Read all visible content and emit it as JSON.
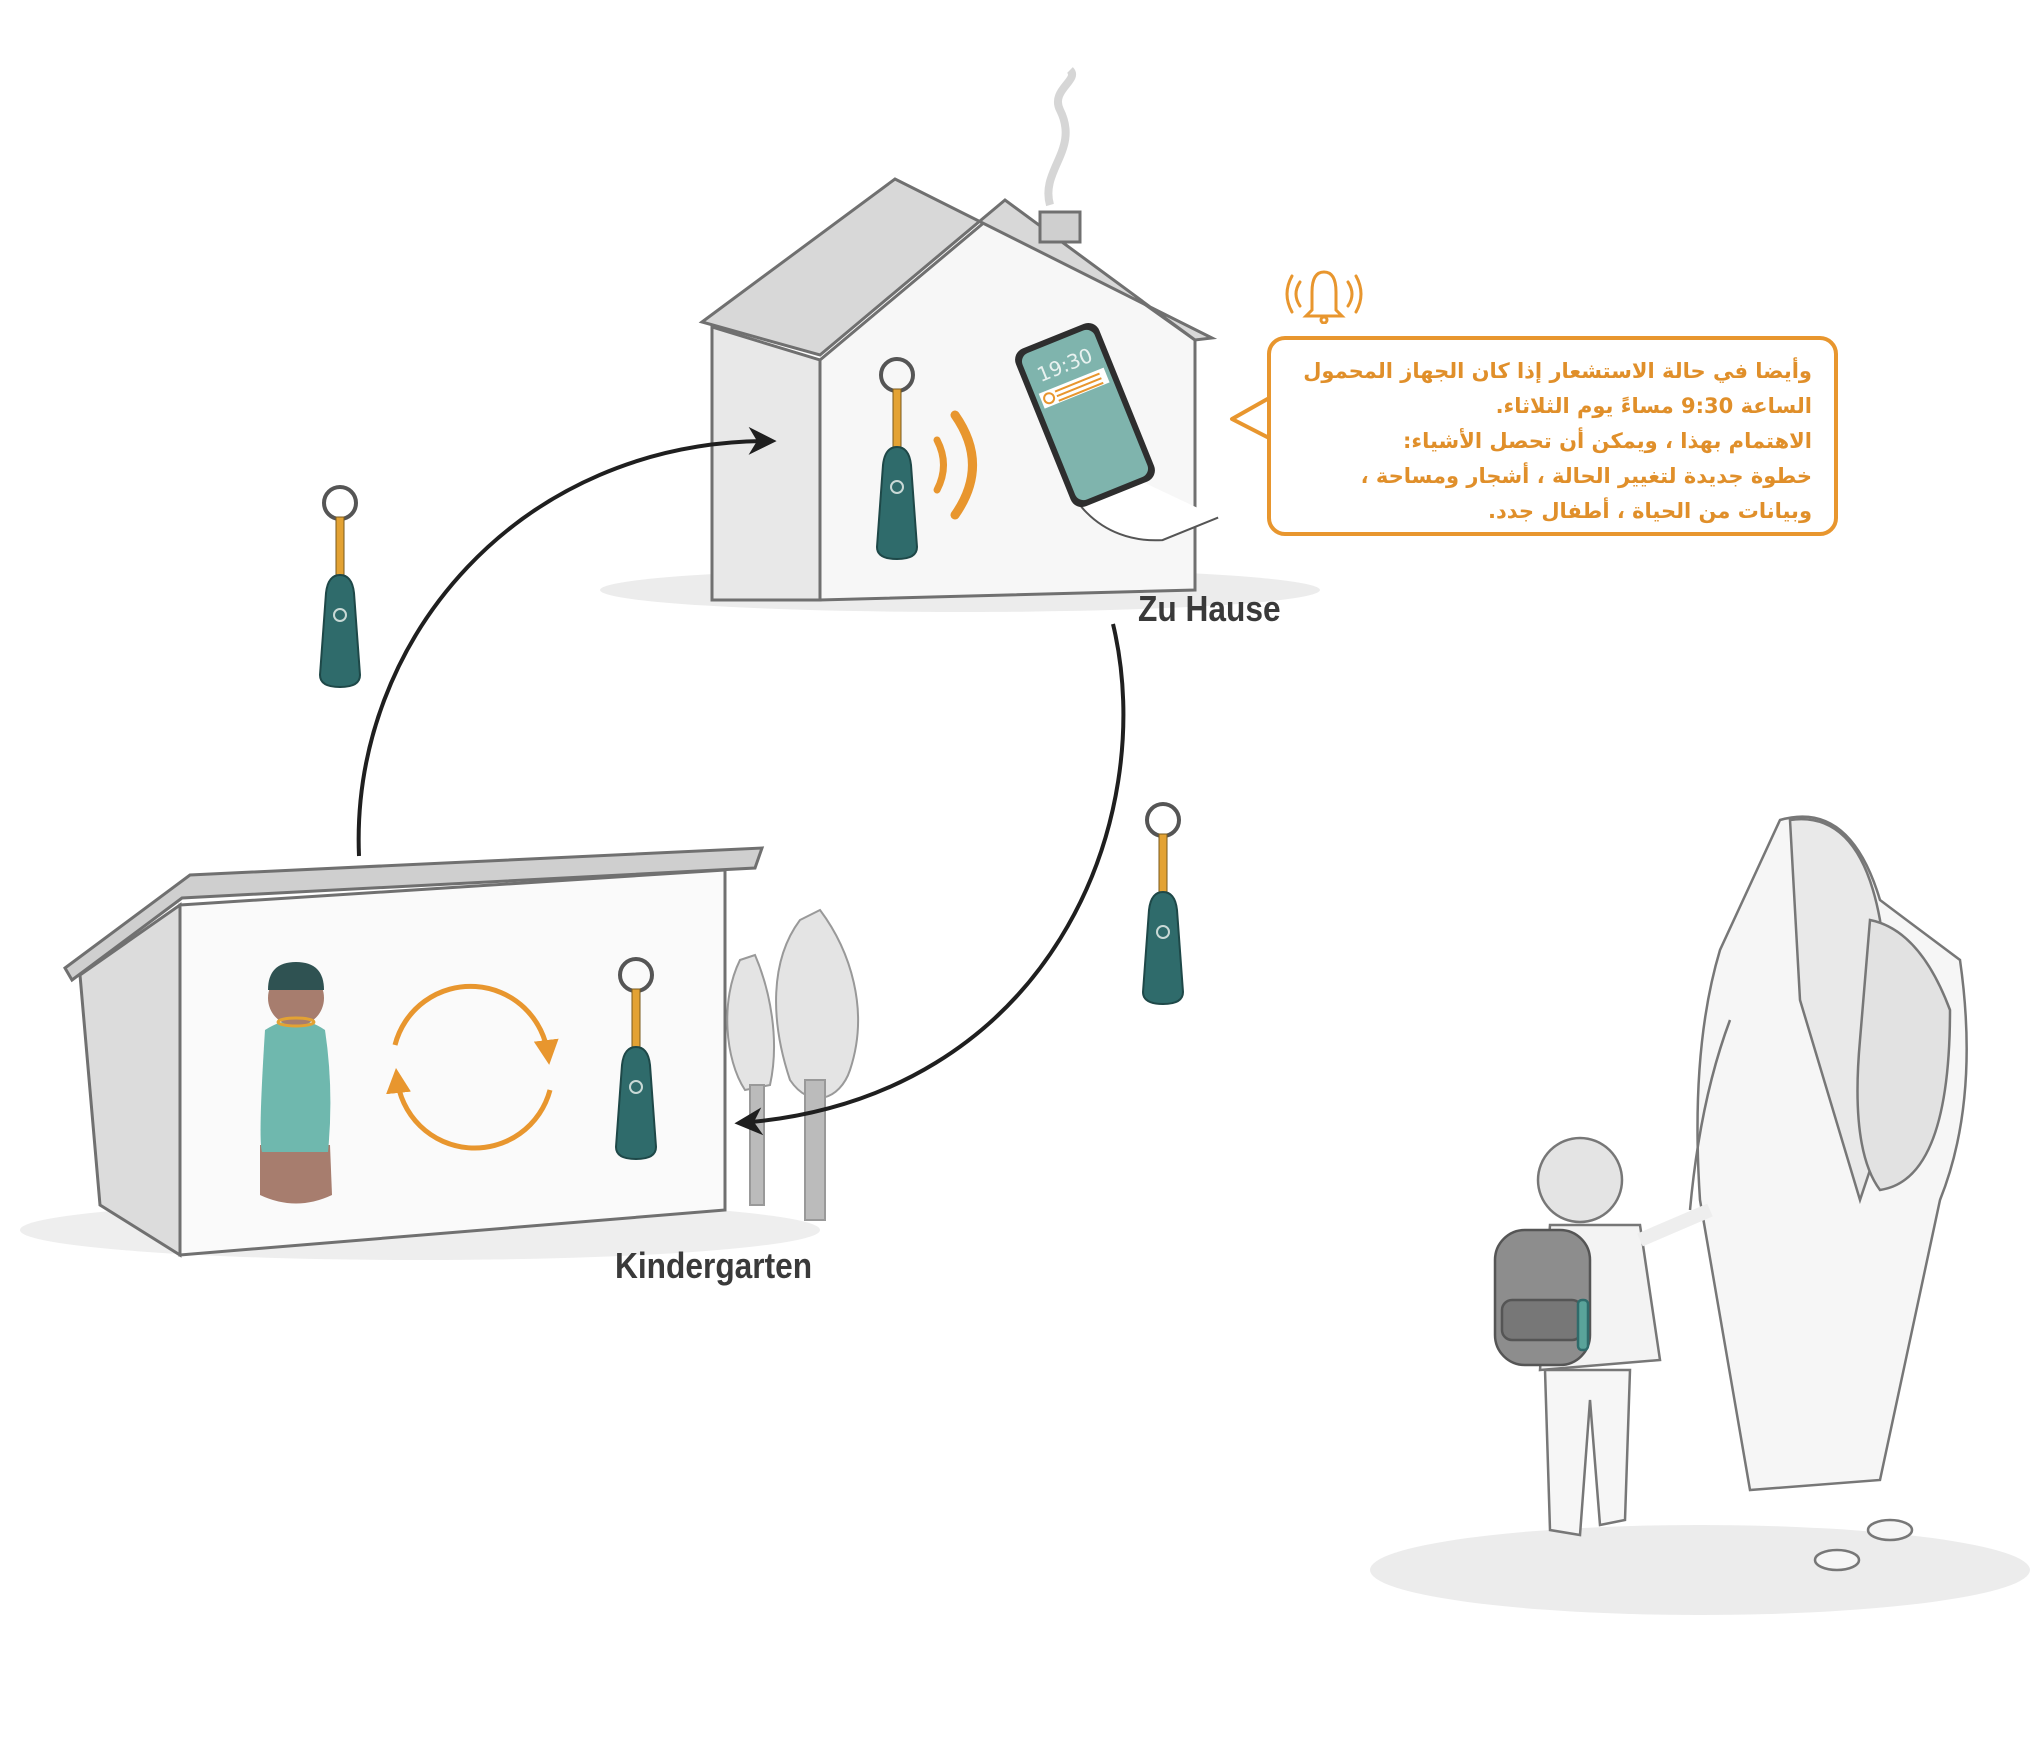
{
  "labels": {
    "home": "Zu Hause",
    "kindergarten": "Kindergarten"
  },
  "phone": {
    "time": "19:30"
  },
  "notification": {
    "icon": "ringing-bell-icon",
    "lines": [
      "وأيضا في حالة الاستشعار إذا كان الجهاز المحمول",
      "الساعة 9:30 مساءً يوم الثلاثاء.",
      "الاهتمام بهذا ، ويمكن أن تحصل الأشياء:",
      "خطوة جديدة لتغيير الحالة ، أشجار ومساحة ،",
      "وبيانات من الحياة ، أطفال جدد."
    ]
  },
  "colors": {
    "accent": "#e8962e",
    "keychain": "#2f6b6b",
    "sketch": "#6e6e6e"
  }
}
